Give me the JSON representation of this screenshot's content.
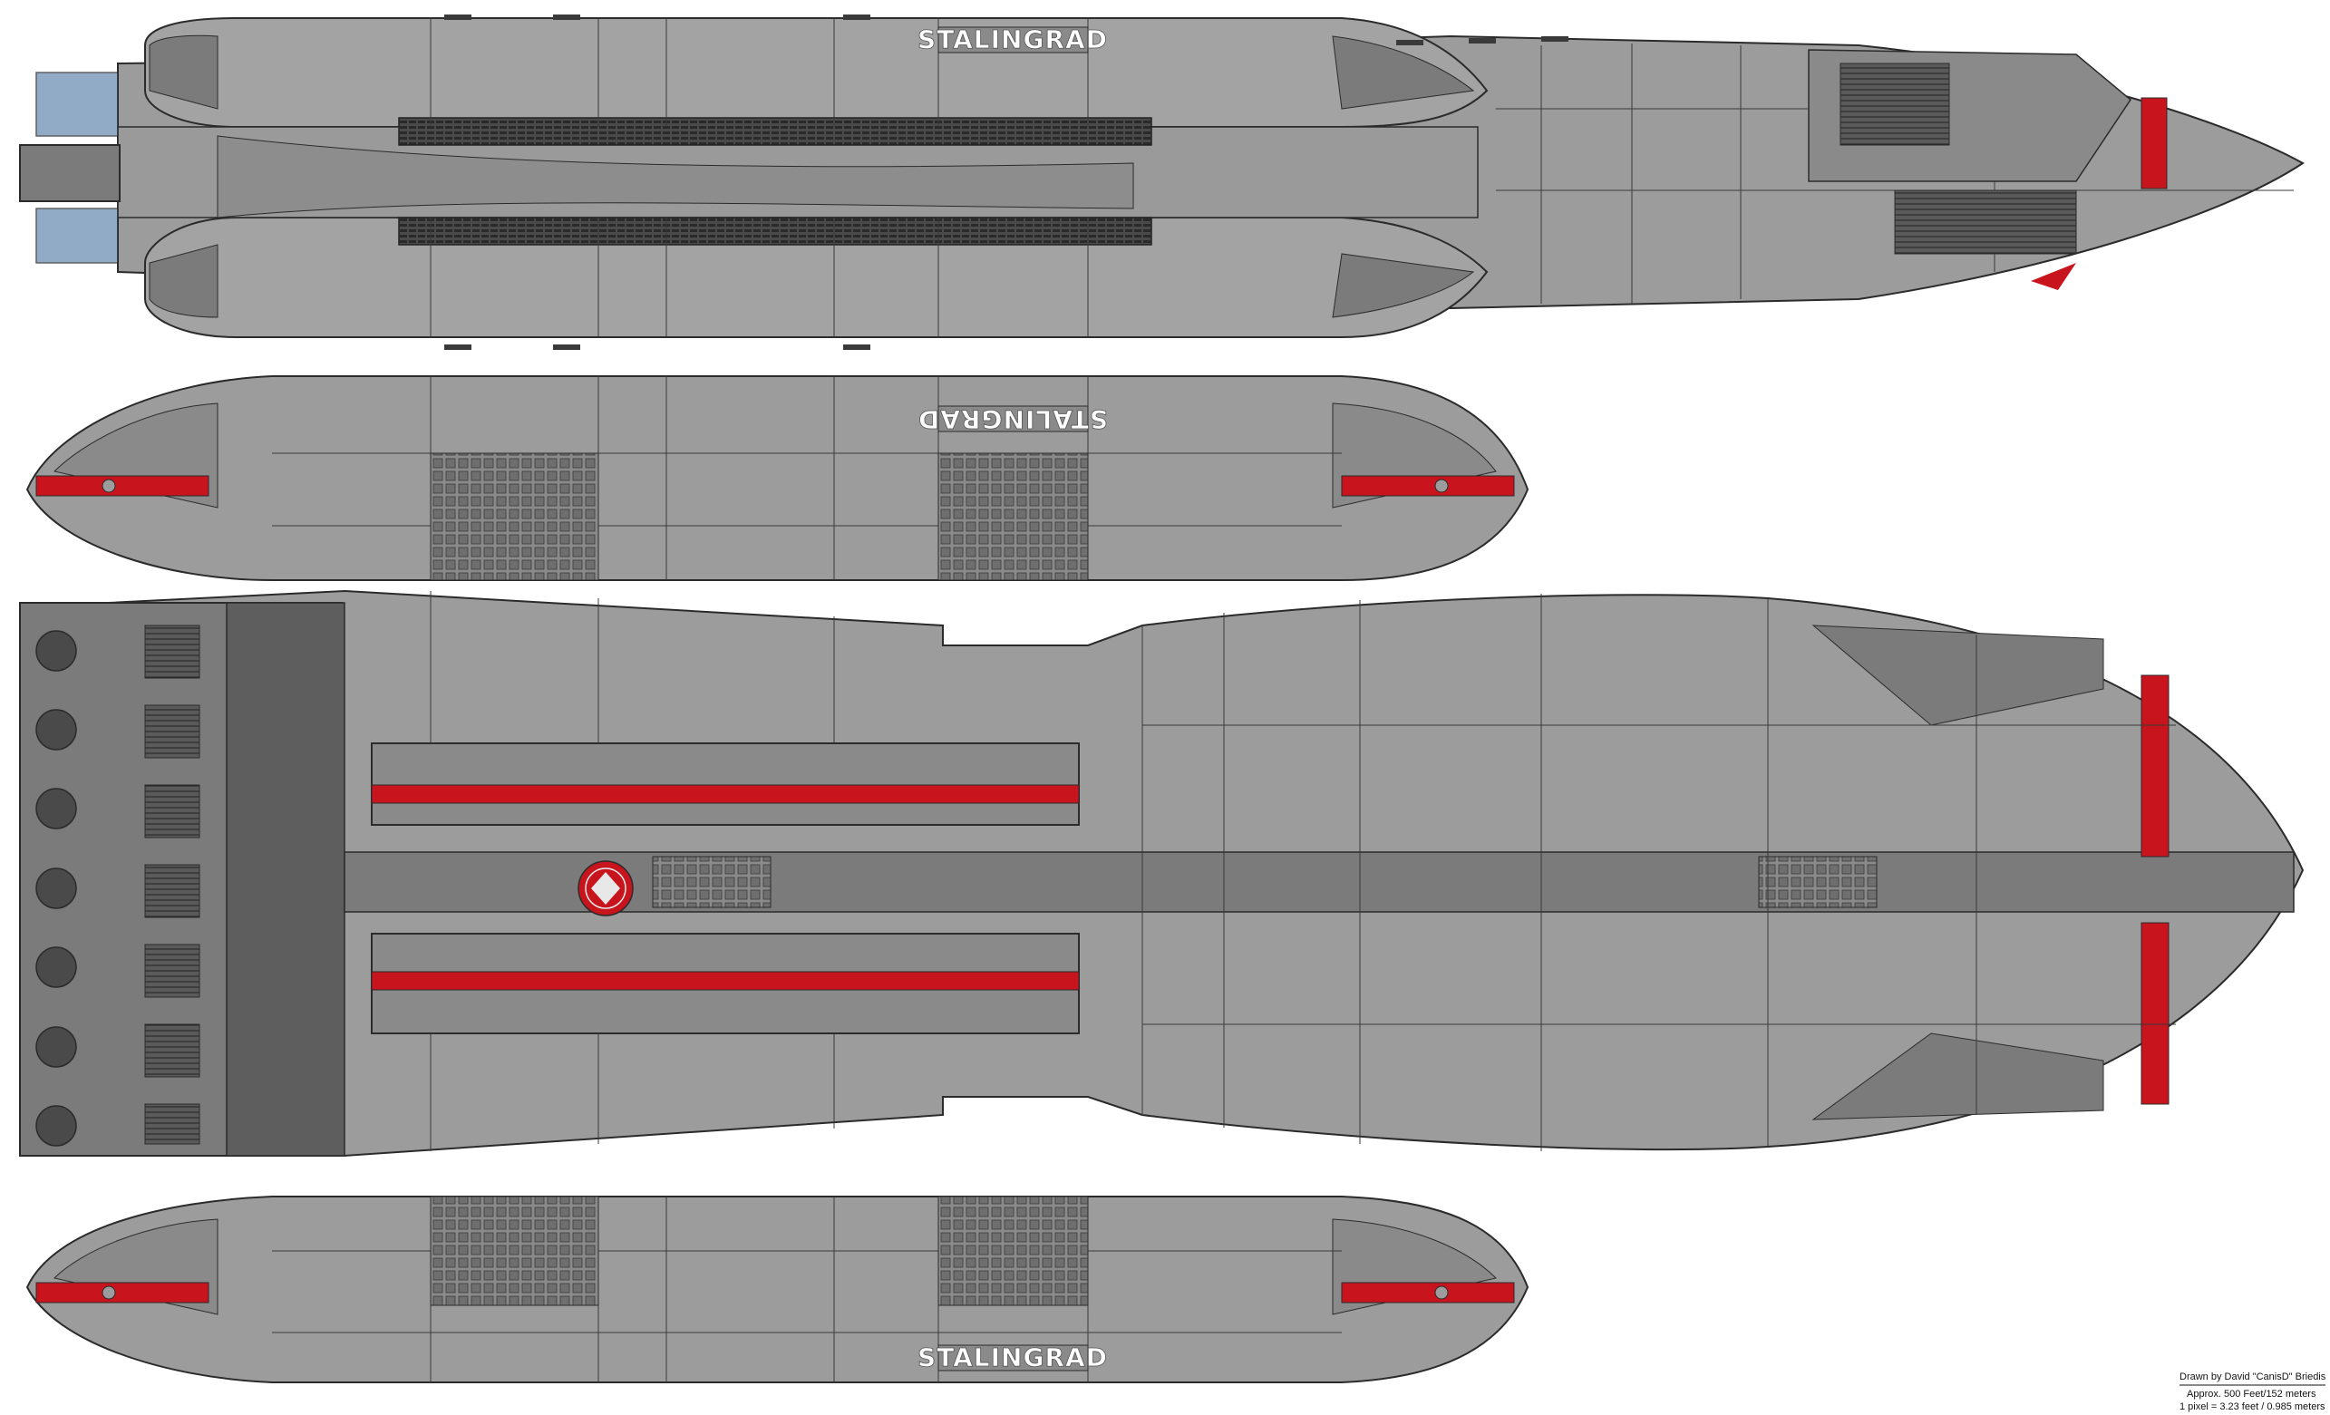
{
  "ship": {
    "name": "STALINGRAD"
  },
  "credits": {
    "drawn_by": "Drawn by David \"CanisD\" Briedis",
    "scale_length": "Approx. 500 Feet/152 meters",
    "scale_pixel": "1 pixel = 3.23 feet / 0.985 meters"
  },
  "colors": {
    "hull": "#9c9c9c",
    "hull_dark": "#7b7b7b",
    "hull_light": "#b3b3b3",
    "accent_red": "#c8141c",
    "outline": "#2b2b2b",
    "detail": "#3e3e3e",
    "window_blue": "#6d8fb3"
  }
}
